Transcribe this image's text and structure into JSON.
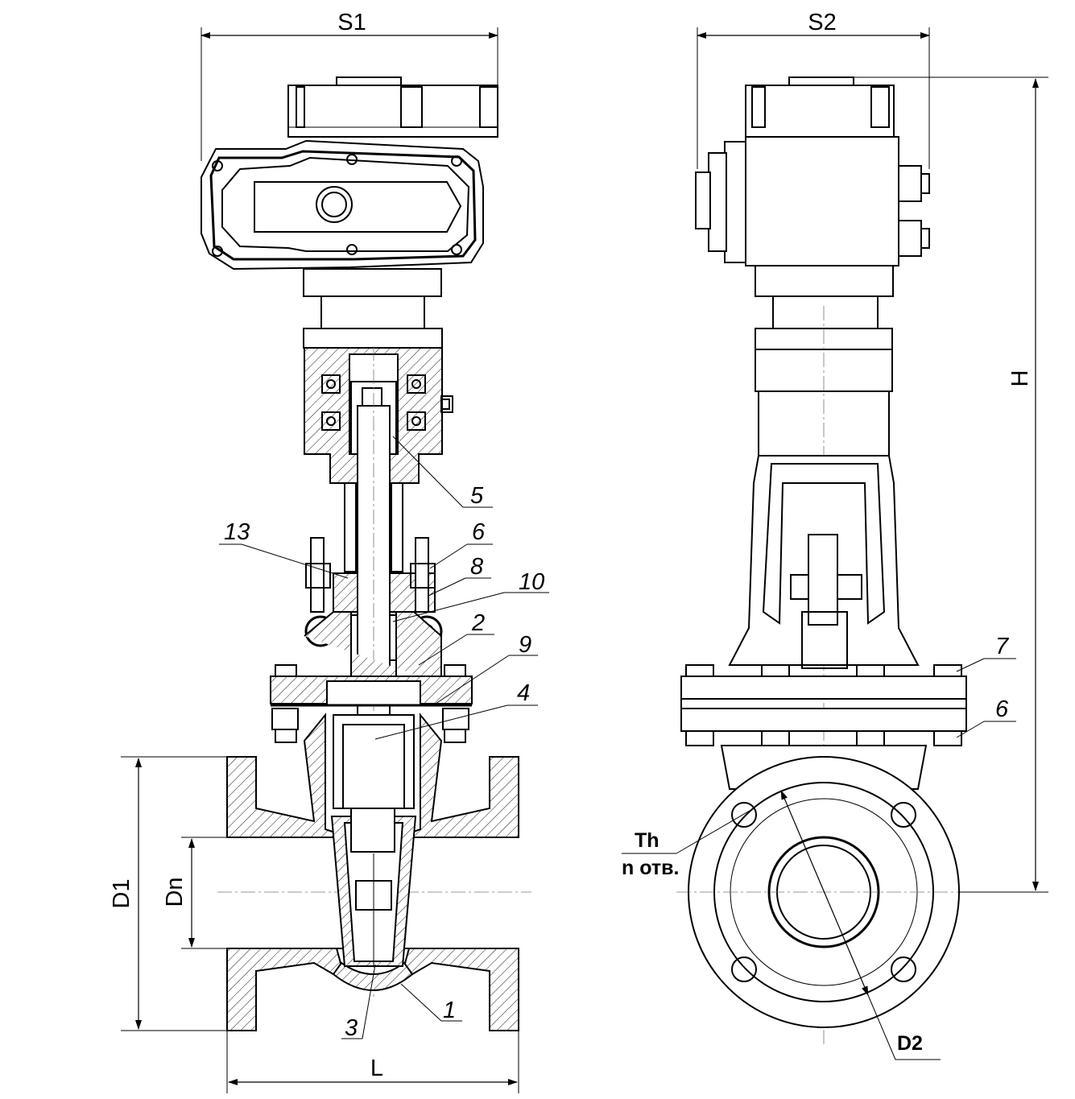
{
  "dimensions": {
    "s1": "S1",
    "s2": "S2",
    "h": "H",
    "d1": "D1",
    "dn": "Dn",
    "l": "L",
    "d2": "D2",
    "th": "Th",
    "n_holes": "n отв."
  },
  "part_numbers": {
    "p1": "1",
    "p2": "2",
    "p3": "3",
    "p4": "4",
    "p5": "5",
    "p6a": "6",
    "p6b": "6",
    "p7": "7",
    "p8": "8",
    "p9": "9",
    "p10": "10",
    "p13": "13"
  }
}
